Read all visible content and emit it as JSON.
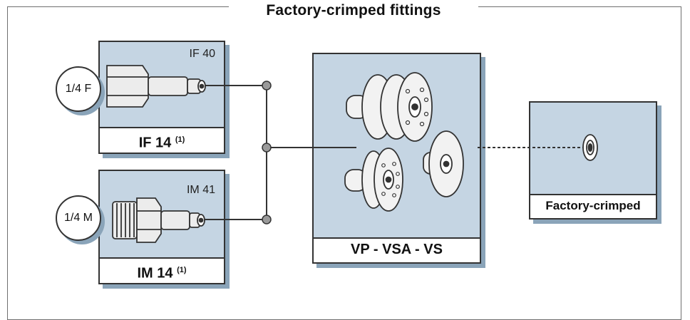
{
  "title": "Factory-crimped fittings",
  "fittings": [
    {
      "code": "IF 40",
      "thread": "1/4 F",
      "name": "IF 14",
      "note": "(1)"
    },
    {
      "code": "IM 41",
      "thread": "1/4 M",
      "name": "IM 14",
      "note": "(1)"
    }
  ],
  "suction_cups": {
    "label": "VP - VSA - VS"
  },
  "crimped": {
    "label": "Factory-crimped"
  },
  "colors": {
    "panel": "#c5d5e3",
    "shadow": "#8aa4b9",
    "outline": "#333333"
  }
}
